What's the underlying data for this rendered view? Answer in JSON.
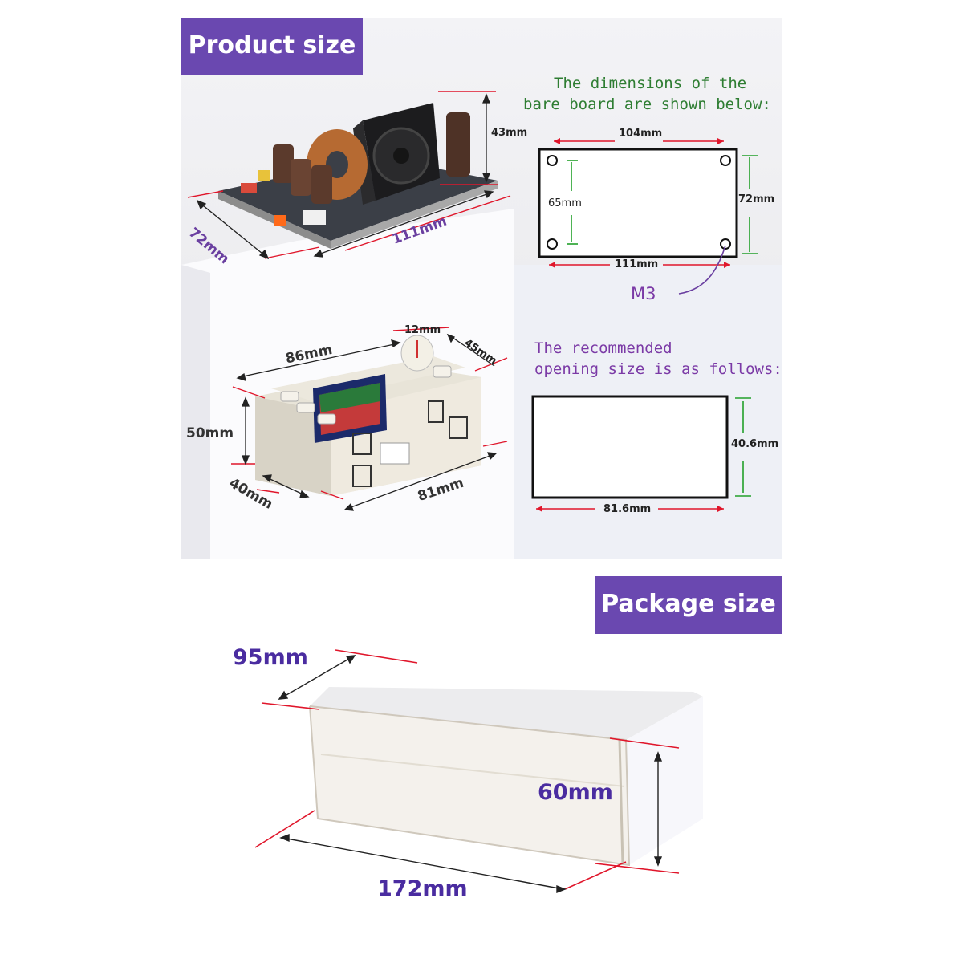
{
  "badges": {
    "product_size": "Product size",
    "package_size": "Package size"
  },
  "notes": {
    "bare_board_line1": "The dimensions of the",
    "bare_board_line2": "bare board are shown below:",
    "opening_line1": "The recommended",
    "opening_line2": "opening size is as follows:"
  },
  "board_dims": {
    "height": "43mm",
    "width": "72mm",
    "length": "111mm"
  },
  "bare_board": {
    "top": "104mm",
    "inner_height": "65mm",
    "outer_height": "72mm",
    "bottom": "111mm",
    "hole": "M3"
  },
  "module_dims": {
    "knob": "12mm",
    "width": "86mm",
    "depth": "45mm",
    "height": "50mm",
    "body_depth": "40mm",
    "length": "81mm"
  },
  "opening": {
    "height": "40.6mm",
    "width": "81.6mm"
  },
  "package_dims": {
    "depth": "95mm",
    "height": "60mm",
    "length": "172mm"
  },
  "colors": {
    "badge": "#6a48b0",
    "dim_line": "#e0162b",
    "guide_green": "#22a02a",
    "label_purple": "#4a2ca0"
  }
}
